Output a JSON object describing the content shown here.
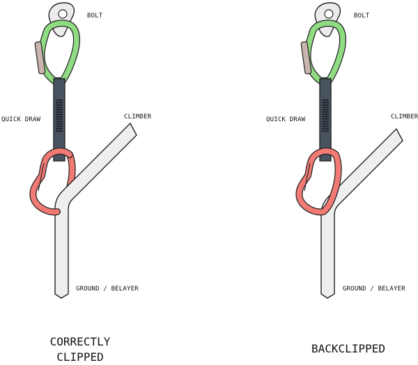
{
  "colors": {
    "rope_fill": "#efefef",
    "outline": "#222222",
    "upper_carabiner": "#8fdc83",
    "lower_carabiner": "#f27a74",
    "sling": "#4a5360",
    "gate": "#c9b4ae",
    "bolt": "#ececec"
  },
  "panels": [
    {
      "bolt_label": "BOLT",
      "quickdraw_label": "QUICK DRAW",
      "climber_label": "CLIMBER",
      "ground_label": "GROUND / BELAYER",
      "caption": [
        "CORRECTLY",
        "CLIPPED"
      ],
      "variant": "correct"
    },
    {
      "bolt_label": "BOLT",
      "quickdraw_label": "QUICK DRAW",
      "climber_label": "CLIMBER",
      "ground_label": "GROUND / BELAYER",
      "caption": [
        "BACKCLIPPED"
      ],
      "variant": "backclipped"
    }
  ]
}
